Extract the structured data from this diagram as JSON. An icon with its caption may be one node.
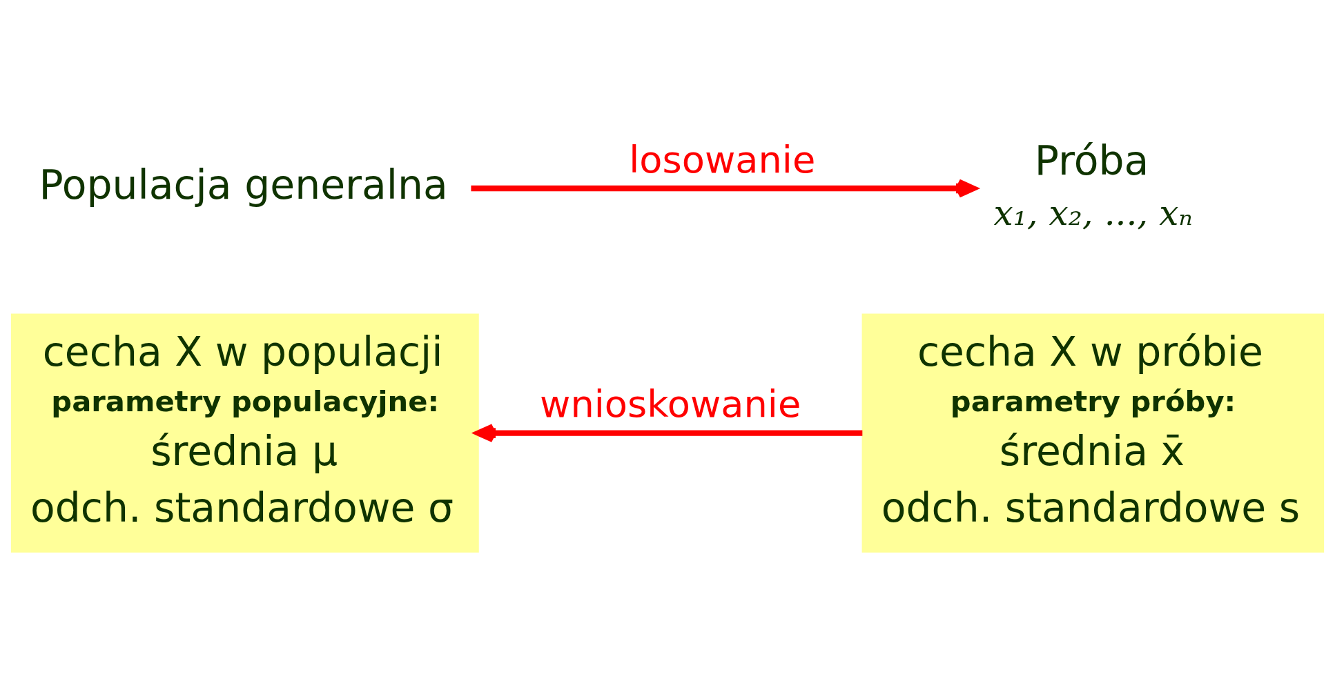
{
  "diagram": {
    "nodes": [
      {
        "text": [
          "Populacja generalna"
        ]
      },
      {
        "text": [
          "Próba"
        ],
        "beside": [
          "x₁, x₂, ..., xₙ"
        ]
      },
      {
        "text": [
          "cecha X w populacji",
          "parametry populacyjne:",
          "średnia μ",
          "odch. standardowe σ"
        ]
      },
      {
        "text": [
          "cecha X w próbie",
          "parametry próby:",
          "średnia x̄",
          "odch. standardowe s"
        ]
      }
    ],
    "edges": [
      {
        "from": 0,
        "to": 1,
        "arrow": "to",
        "label": "losowanie",
        "color": "#ff0000"
      },
      {
        "from": 3,
        "to": 2,
        "arrow": "to",
        "label": "wnioskowanie",
        "color": "#ff0000"
      }
    ]
  }
}
